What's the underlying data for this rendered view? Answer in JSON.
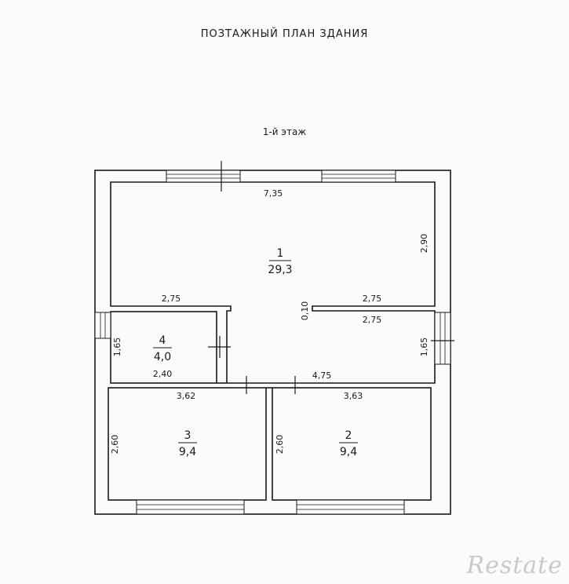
{
  "header": {
    "title": "ПОЗТАЖНЫЙ ПЛАН ЗДАНИЯ",
    "floor": "1-й этаж"
  },
  "rooms": [
    {
      "number": "1",
      "area": "29,3"
    },
    {
      "number": "2",
      "area": "9,4"
    },
    {
      "number": "3",
      "area": "9,4"
    },
    {
      "number": "4",
      "area": "4,0"
    }
  ],
  "dimensions": {
    "room1_top": "7,35",
    "room1_right": "2,90",
    "room1_bottom_left": "2,75",
    "room1_bottom_right": "2,75",
    "partition_thickness": "0,10",
    "hall_right_top": "2,75",
    "hall_right_side": "1,65",
    "hall_bottom": "4,75",
    "room4_left": "1,65",
    "room4_bottom": "2,40",
    "room3_top": "3,62",
    "room3_left": "2,60",
    "room2_top": "3,63",
    "room2_left": "2,60"
  },
  "watermark": "Restate"
}
